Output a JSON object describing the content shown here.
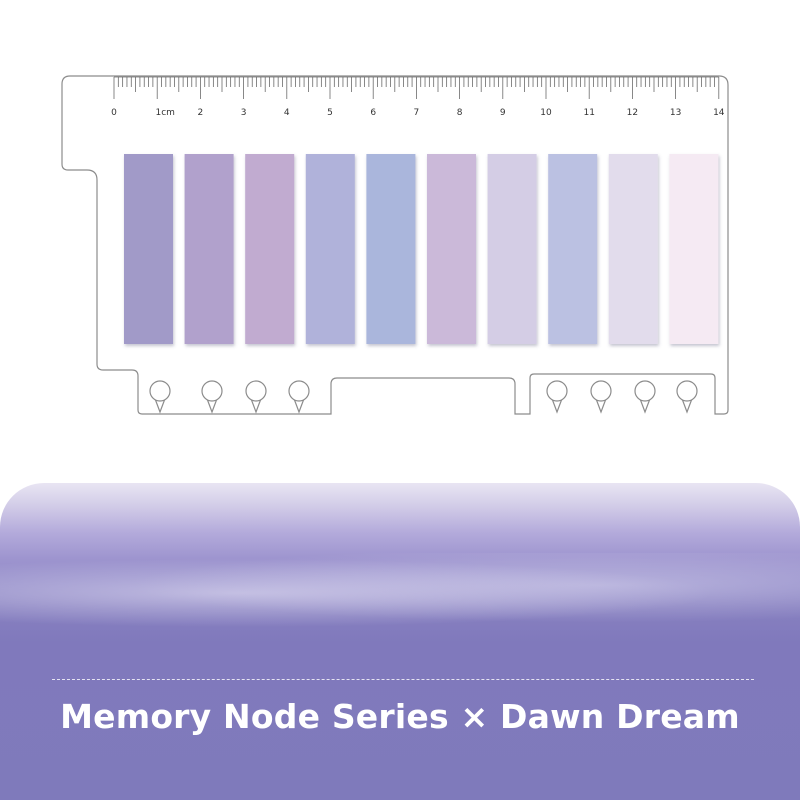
{
  "ruler": {
    "labels": [
      "0",
      "1cm",
      "2",
      "3",
      "4",
      "5",
      "6",
      "7",
      "8",
      "9",
      "10",
      "11",
      "12",
      "13",
      "14"
    ]
  },
  "swatch_colors": [
    "#a19ac8",
    "#b1a1cc",
    "#c1abd0",
    "#b0b2da",
    "#aab6dc",
    "#cbb9d9",
    "#d4cde5",
    "#bbc1e2",
    "#e2dcec",
    "#f5eaf3"
  ],
  "caption": "Memory Node Series × Dawn Dream"
}
